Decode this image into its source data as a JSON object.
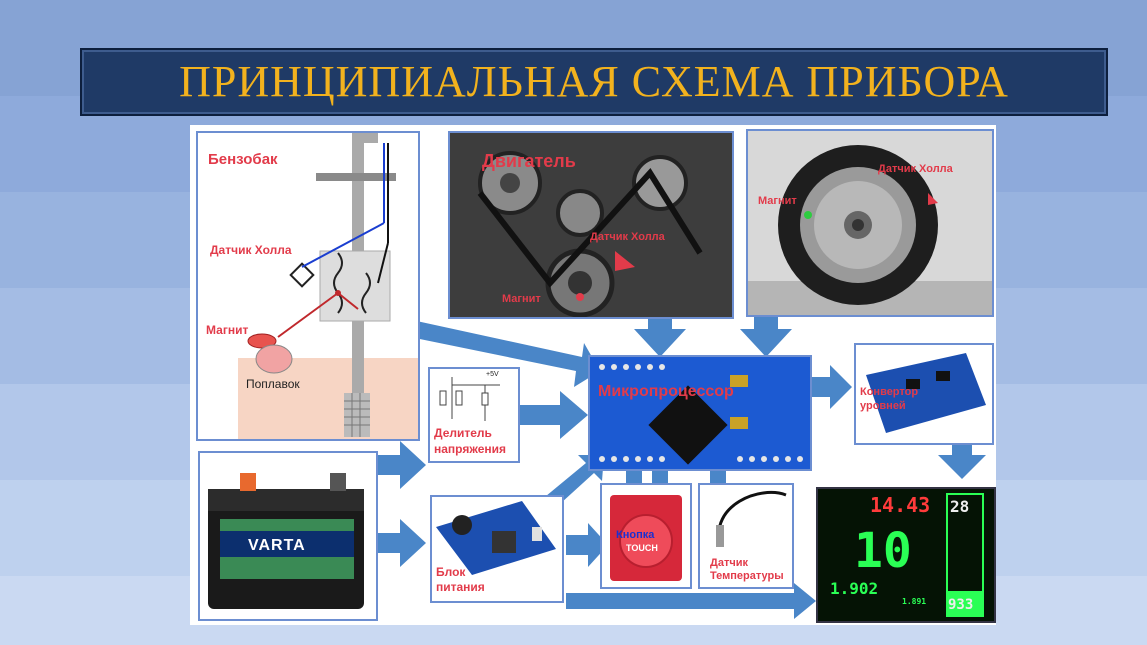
{
  "title": "ПРИНЦИПИАЛЬНАЯ СХЕМА ПРИБОРА",
  "tank": {
    "label": "Бензобак",
    "hall": "Датчик Холла",
    "magnet": "Магнит",
    "float": "Поплавок"
  },
  "engine": {
    "label": "Двигатель",
    "hall": "Датчик Холла",
    "magnet": "Магнит"
  },
  "wheel": {
    "hall": "Датчик Холла",
    "magnet": "Магнит"
  },
  "divider": {
    "label": "Делитель напряжения",
    "v_label": "+5V"
  },
  "battery": {
    "brand": "VARTA"
  },
  "mcu": {
    "label": "Микропроцессор"
  },
  "converter": {
    "label": "Конвертор уровней"
  },
  "power": {
    "label": "Блок питания"
  },
  "button": {
    "label": "Кнопка",
    "touch": "TOUCH"
  },
  "temp": {
    "label": "Датчик Температуры"
  },
  "display": {
    "top_value": "14.43",
    "main_value": "10",
    "bottom_value": "1.902",
    "small_value": "1.891",
    "bar_top": "28",
    "bar_bottom": "933",
    "bar_level": 0.2
  },
  "colors": {
    "accent": "#4a86c8",
    "label_red": "#e23b4a",
    "title_gold": "#f2b21e"
  }
}
